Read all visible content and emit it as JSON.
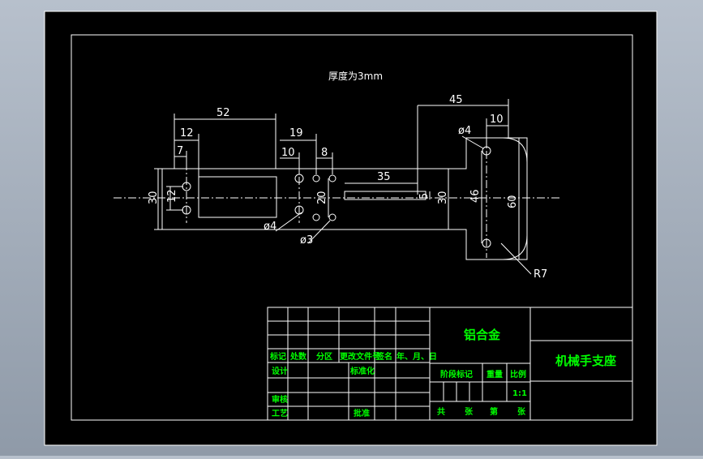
{
  "drawing": {
    "note": "厚度为3mm",
    "dims": {
      "d52": "52",
      "d12": "12",
      "d7": "7",
      "d19": "19",
      "d10a": "10",
      "d8": "8",
      "d35": "35",
      "d45": "45",
      "d10b": "10",
      "dphi4a": "ø4",
      "dphi4b": "ø4",
      "dphi3": "ø3",
      "d30a": "30",
      "d12v": "12",
      "d20": "20",
      "d5": "5",
      "d30b": "30",
      "d46": "46",
      "d60": "60",
      "dR7": "R7"
    }
  },
  "title_block": {
    "material": "铝合金",
    "part_name": "机械手支座",
    "headers": {
      "mark": "标记",
      "count": "处数",
      "zone": "分区",
      "change_doc": "更改文件号",
      "sign": "签名",
      "date": "年、月、日"
    },
    "roles": {
      "design": "设计",
      "standardize": "标准化",
      "review": "审核",
      "process": "工艺",
      "approve": "批准"
    },
    "stage_mark": "阶段标记",
    "weight": "重量",
    "scale_label": "比例",
    "scale_value": "1:1",
    "sheets": {
      "total": "共",
      "sheet": "张",
      "no": "第",
      "sheet2": "张"
    }
  },
  "colors": {
    "background": "#000000",
    "lines": "#ffffff",
    "title_text": "#00ff00",
    "frame_bg": "#b7c0cc"
  }
}
